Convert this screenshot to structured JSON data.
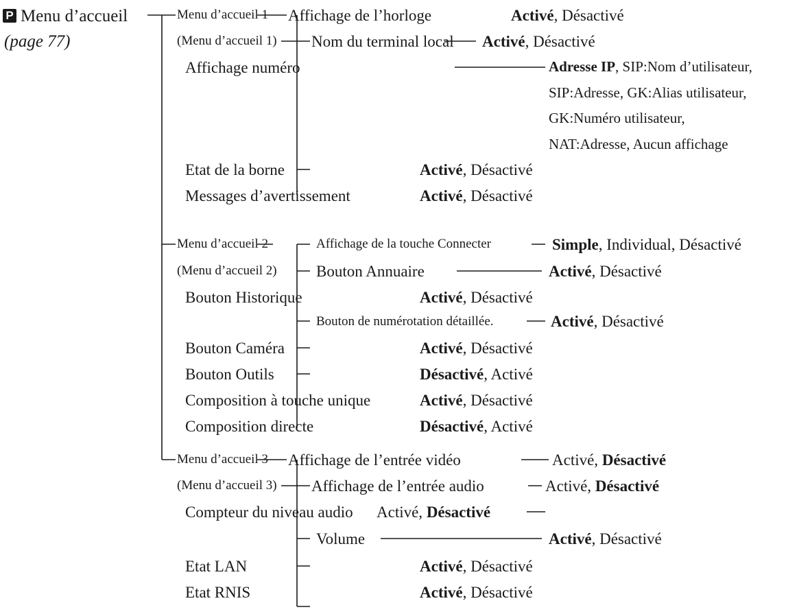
{
  "badge": "P",
  "title": "Menu d’accueil",
  "page_ref": "(page 77)",
  "sections": [
    {
      "name": "Menu d’accueil 1",
      "subtitle": "(Menu d’accueil 1)"
    },
    {
      "name": "Menu d’accueil 2",
      "subtitle": "(Menu d’accueil 2)"
    },
    {
      "name": "Menu d’accueil 3",
      "subtitle": "(Menu d’accueil 3)"
    }
  ],
  "s1": [
    {
      "label": "Affichage de l’horloge",
      "opts": [
        [
          "Activé",
          true
        ],
        [
          ", Désactivé",
          false
        ]
      ]
    },
    {
      "label": "Nom du terminal local",
      "opts": [
        [
          "Activé",
          true
        ],
        [
          ", Désactivé",
          false
        ]
      ]
    },
    {
      "label": "Affichage numéro",
      "opts": [
        [
          "Adresse IP",
          true
        ],
        [
          ", SIP:Nom d’utilisateur,",
          false
        ]
      ],
      "extra": [
        "SIP:Adresse, GK:Alias utilisateur,",
        "GK:Numéro utilisateur,",
        "NAT:Adresse, Aucun affichage"
      ]
    },
    {
      "label": "Etat de la borne",
      "opts": [
        [
          "Activé",
          true
        ],
        [
          ", Désactivé",
          false
        ]
      ]
    },
    {
      "label": "Messages d’avertissement",
      "opts": [
        [
          "Activé",
          true
        ],
        [
          ", Désactivé",
          false
        ]
      ]
    }
  ],
  "s2": [
    {
      "label": "Affichage de la touche Connecter",
      "opts": [
        [
          "Simple",
          true
        ],
        [
          ", Individual, Désactivé",
          false
        ]
      ]
    },
    {
      "label": "Bouton Annuaire",
      "opts": [
        [
          "Activé",
          true
        ],
        [
          ", Désactivé",
          false
        ]
      ]
    },
    {
      "label": "Bouton Historique",
      "opts": [
        [
          "Activé",
          true
        ],
        [
          ", Désactivé",
          false
        ]
      ]
    },
    {
      "label": "Bouton de numérotation détaillée.",
      "opts": [
        [
          "Activé",
          true
        ],
        [
          ", Désactivé",
          false
        ]
      ]
    },
    {
      "label": "Bouton Caméra",
      "opts": [
        [
          "Activé",
          true
        ],
        [
          ", Désactivé",
          false
        ]
      ]
    },
    {
      "label": "Bouton Outils",
      "opts": [
        [
          "Désactivé",
          true
        ],
        [
          ", Activé",
          false
        ]
      ]
    },
    {
      "label": "Composition à touche unique",
      "opts": [
        [
          "Activé",
          true
        ],
        [
          ", Désactivé",
          false
        ]
      ]
    },
    {
      "label": "Composition directe",
      "opts": [
        [
          "Désactivé",
          true
        ],
        [
          ", Activé",
          false
        ]
      ]
    }
  ],
  "s3": [
    {
      "label": "Affichage de l’entrée vidéo",
      "opts": [
        [
          "Activé, ",
          false
        ],
        [
          "Désactivé",
          true
        ]
      ]
    },
    {
      "label": "Affichage de l’entrée audio",
      "opts": [
        [
          "Activé, ",
          false
        ],
        [
          "Désactivé",
          true
        ]
      ]
    },
    {
      "label": "Compteur du niveau audio",
      "opts": [
        [
          "Activé, ",
          false
        ],
        [
          "Désactivé",
          true
        ]
      ]
    },
    {
      "label": "Volume",
      "opts": [
        [
          "Activé",
          true
        ],
        [
          ", Désactivé",
          false
        ]
      ]
    },
    {
      "label": "Etat LAN",
      "opts": [
        [
          "Activé",
          true
        ],
        [
          ", Désactivé",
          false
        ]
      ]
    },
    {
      "label": "Etat RNIS",
      "opts": [
        [
          "Activé",
          true
        ],
        [
          ", Désactivé",
          false
        ]
      ]
    }
  ]
}
